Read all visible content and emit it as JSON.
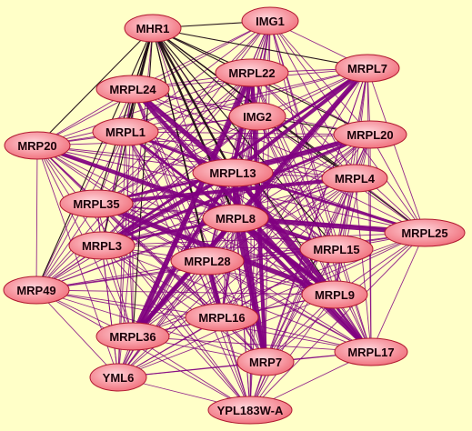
{
  "colors": {
    "background": "#ffffc8",
    "edge": "#800080",
    "edge_dark": "#1e0a14",
    "node_fill_center": "#ffd6dc",
    "node_fill_edge": "#f06c78",
    "node_stroke": "#b01830"
  },
  "nodes": [
    {
      "id": "MHR1",
      "label": "MHR1"
    },
    {
      "id": "IMG1",
      "label": "IMG1"
    },
    {
      "id": "MRPL7",
      "label": "MRPL7"
    },
    {
      "id": "MRPL22",
      "label": "MRPL22"
    },
    {
      "id": "MRPL24",
      "label": "MRPL24"
    },
    {
      "id": "IMG2",
      "label": "IMG2"
    },
    {
      "id": "MRPL1",
      "label": "MRPL1"
    },
    {
      "id": "MRPL20",
      "label": "MRPL20"
    },
    {
      "id": "MRP20",
      "label": "MRP20"
    },
    {
      "id": "MRPL13",
      "label": "MRPL13"
    },
    {
      "id": "MRPL4",
      "label": "MRPL4"
    },
    {
      "id": "MRPL35",
      "label": "MRPL35"
    },
    {
      "id": "MRPL8",
      "label": "MRPL8"
    },
    {
      "id": "MRPL25",
      "label": "MRPL25"
    },
    {
      "id": "MRPL3",
      "label": "MRPL3"
    },
    {
      "id": "MRPL15",
      "label": "MRPL15"
    },
    {
      "id": "MRPL28",
      "label": "MRPL28"
    },
    {
      "id": "MRP49",
      "label": "MRP49"
    },
    {
      "id": "MRPL9",
      "label": "MRPL9"
    },
    {
      "id": "MRPL16",
      "label": "MRPL16"
    },
    {
      "id": "MRPL36",
      "label": "MRPL36"
    },
    {
      "id": "MRPL17",
      "label": "MRPL17"
    },
    {
      "id": "MRP7",
      "label": "MRP7"
    },
    {
      "id": "YML6",
      "label": "YML6"
    },
    {
      "id": "YPL183W-A",
      "label": "YPL183W-A"
    }
  ],
  "dark_edges": [
    [
      "MHR1",
      "IMG1"
    ],
    [
      "MHR1",
      "MRPL22"
    ],
    [
      "MHR1",
      "MRPL24"
    ],
    [
      "MHR1",
      "MRPL1"
    ],
    [
      "MHR1",
      "MRP20"
    ],
    [
      "MHR1",
      "MRPL13"
    ],
    [
      "MHR1",
      "MRPL35"
    ],
    [
      "MHR1",
      "MRPL3"
    ],
    [
      "MHR1",
      "MRPL8"
    ],
    [
      "MHR1",
      "MRPL28"
    ],
    [
      "MHR1",
      "MRPL20"
    ],
    [
      "MHR1",
      "IMG2"
    ],
    [
      "MHR1",
      "MRPL4"
    ],
    [
      "MHR1",
      "MRPL15"
    ],
    [
      "MHR1",
      "MRP49"
    ],
    [
      "MHR1",
      "MRPL7"
    ],
    [
      "MHR1",
      "MRPL25"
    ],
    [
      "MHR1",
      "MRPL16"
    ],
    [
      "MHR1",
      "MRPL36"
    ],
    [
      "MHR1",
      "MRPL9"
    ],
    [
      "IMG2",
      "MRPL20"
    ],
    [
      "IMG2",
      "MRPL4"
    ]
  ],
  "thick_edges": [
    [
      "MRPL13",
      "MRPL8"
    ],
    [
      "MRPL13",
      "MRPL36"
    ],
    [
      "MRPL13",
      "MRP7"
    ],
    [
      "MRPL13",
      "MRPL17"
    ],
    [
      "MRPL13",
      "MRPL3"
    ],
    [
      "MRPL13",
      "MRPL24"
    ],
    [
      "MRPL13",
      "MRPL25"
    ],
    [
      "MRPL13",
      "MRPL7"
    ],
    [
      "MRPL13",
      "MRPL20"
    ],
    [
      "MRPL13",
      "MRPL1"
    ],
    [
      "MRPL13",
      "MRPL22"
    ],
    [
      "MRPL13",
      "MRPL9"
    ],
    [
      "MRPL13",
      "MRPL35"
    ],
    [
      "MRPL8",
      "MRP7"
    ],
    [
      "MRPL8",
      "MRPL9"
    ],
    [
      "MRPL8",
      "MRPL36"
    ],
    [
      "MRPL8",
      "MRPL17"
    ],
    [
      "MRPL8",
      "MRPL25"
    ],
    [
      "MRPL8",
      "MRPL3"
    ],
    [
      "MRPL22",
      "MRP7"
    ],
    [
      "MRPL22",
      "MRPL36"
    ],
    [
      "MRPL1",
      "MRPL9"
    ],
    [
      "MRPL24",
      "MRPL17"
    ],
    [
      "MRPL7",
      "MRPL36"
    ],
    [
      "MRPL7",
      "MRPL3"
    ],
    [
      "MRPL4",
      "MRPL35"
    ],
    [
      "MRPL28",
      "MRPL16"
    ],
    [
      "MRPL3",
      "MRPL20"
    ],
    [
      "MRP20",
      "MRPL15"
    ],
    [
      "MRPL35",
      "MRPL9"
    ]
  ]
}
